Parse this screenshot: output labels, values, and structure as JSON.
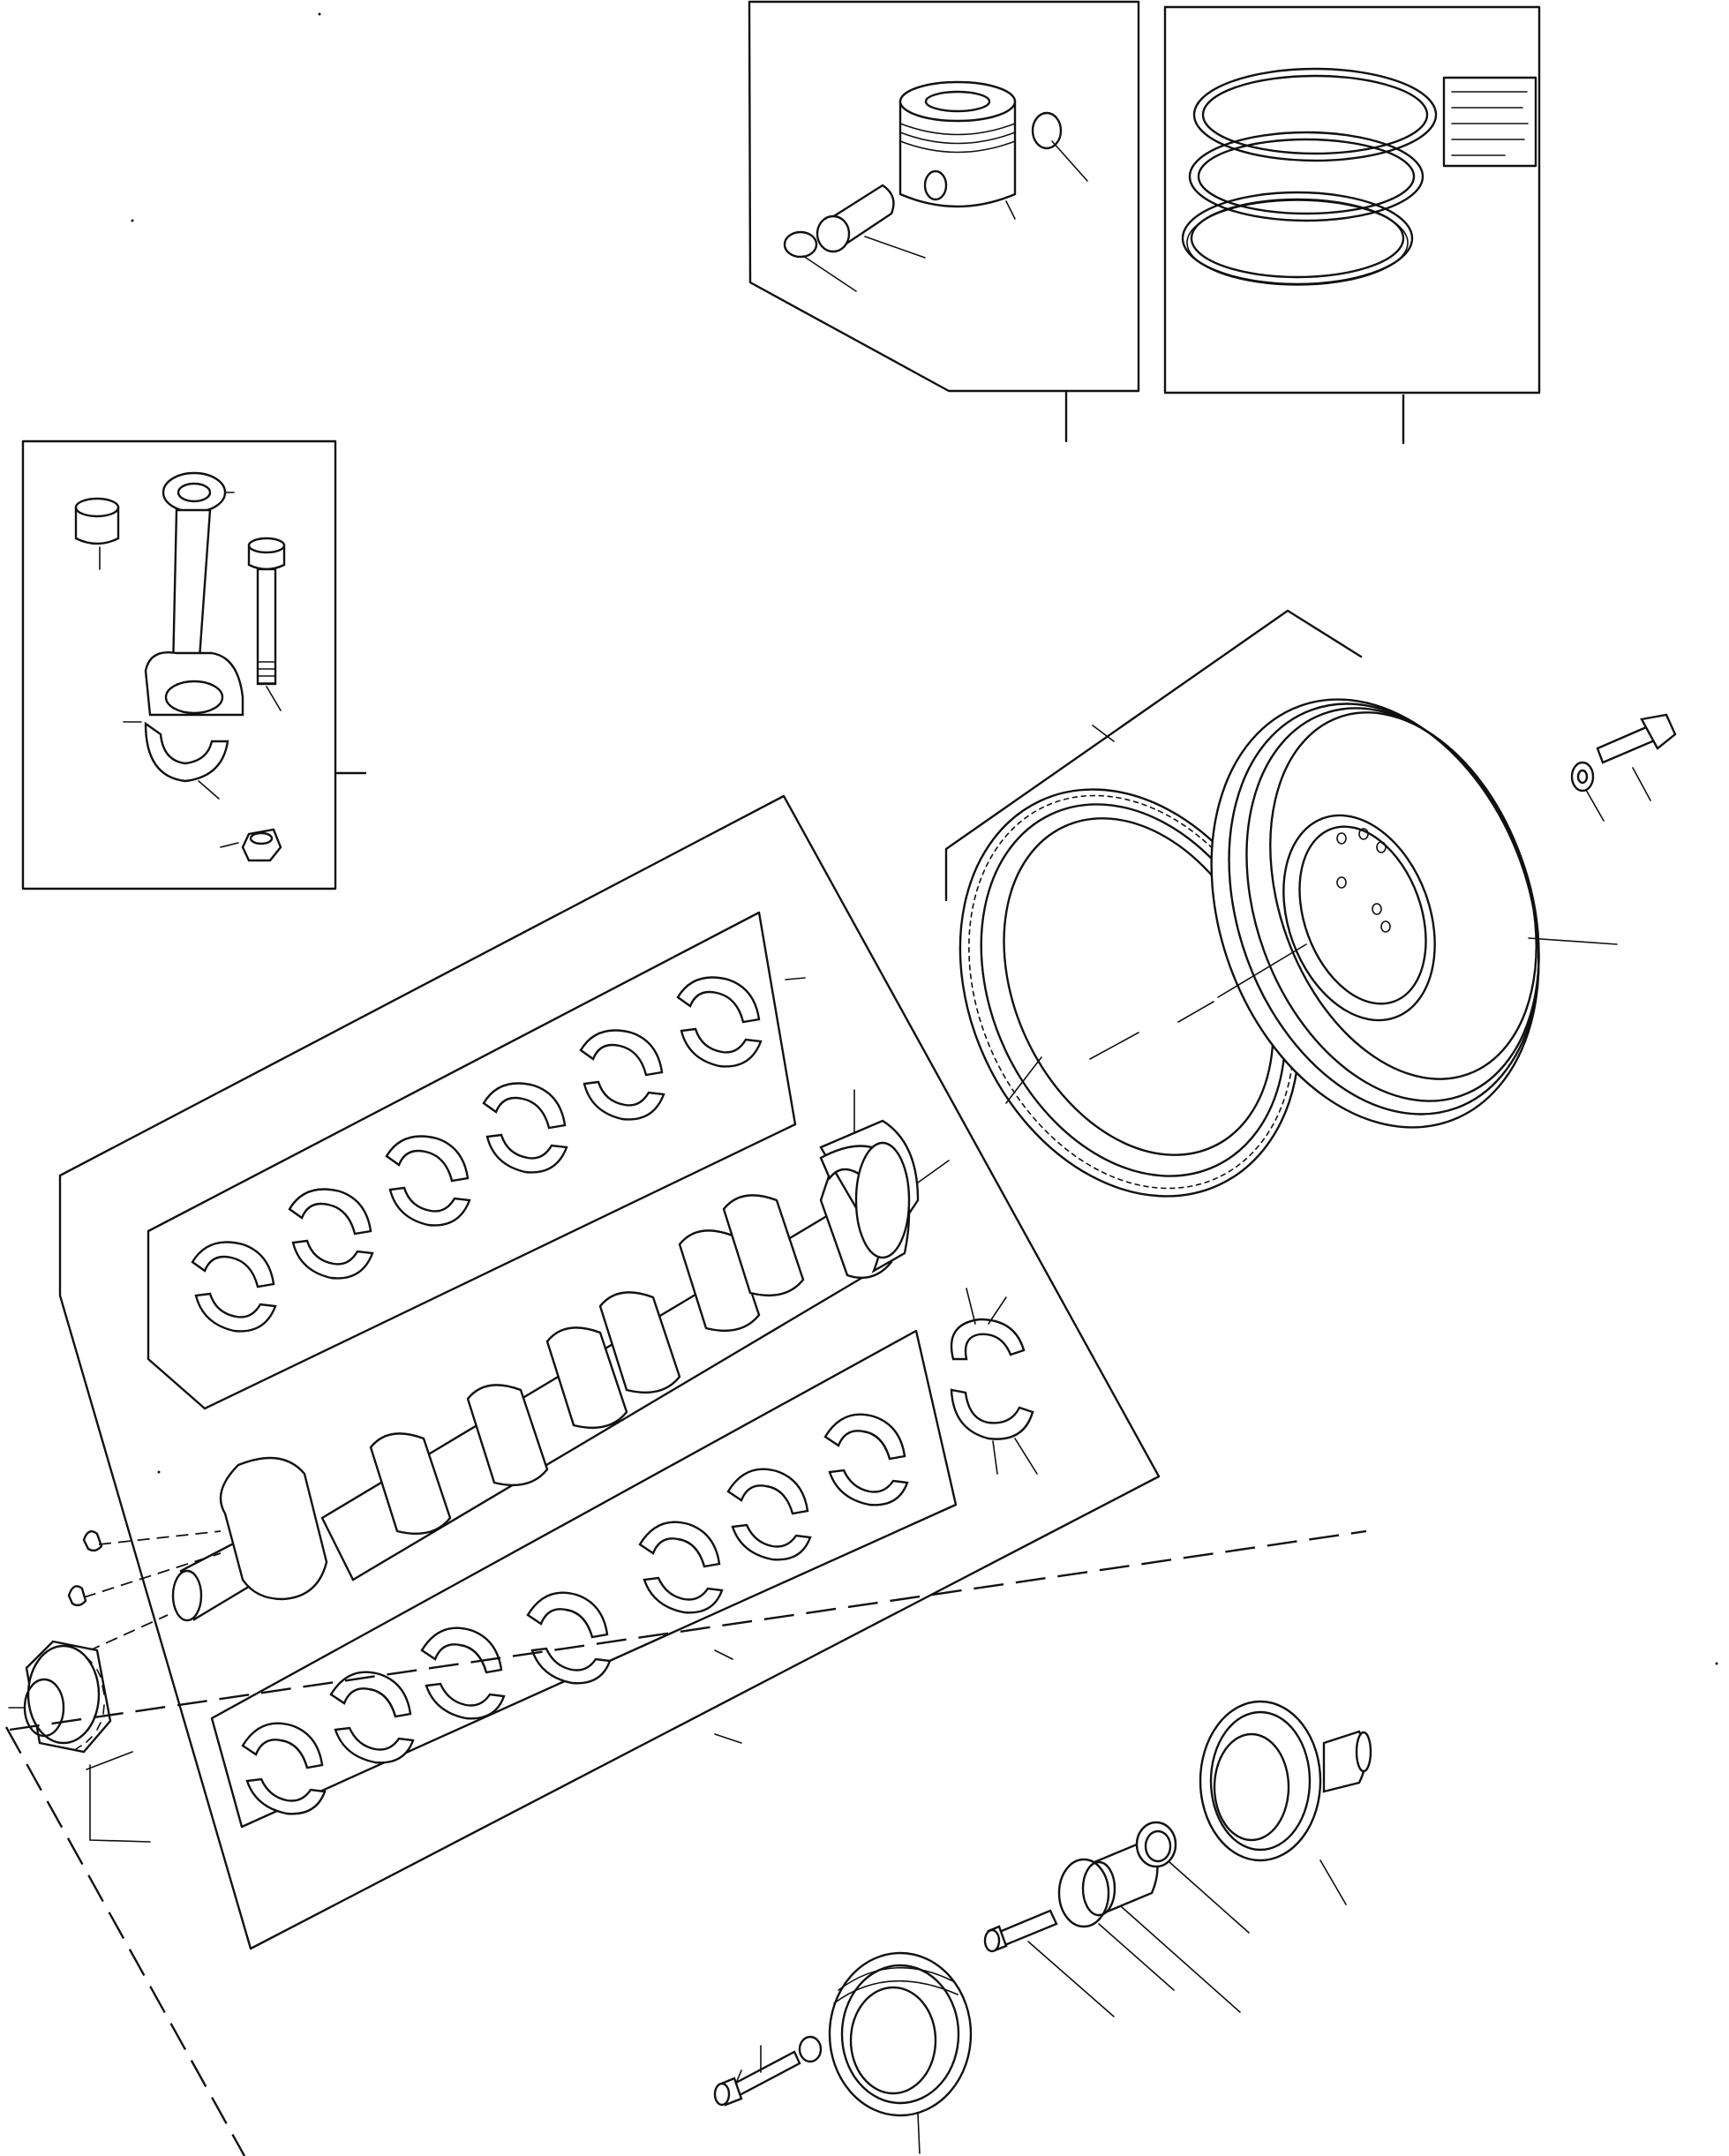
{
  "note": {
    "lines": [
      "",
      "",
      "",
      ""
    ]
  },
  "groups": [
    {
      "id": "piston-kit",
      "label": ""
    },
    {
      "id": "piston-rings-kit",
      "label": ""
    },
    {
      "id": "connecting-rod-kit",
      "label": ""
    },
    {
      "id": "crankshaft-assembly",
      "label": ""
    },
    {
      "id": "flywheel-assembly",
      "label": ""
    },
    {
      "id": "front-pulley-assembly",
      "label": ""
    }
  ],
  "colors": {
    "line": "#111111",
    "background": "#ffffff"
  }
}
